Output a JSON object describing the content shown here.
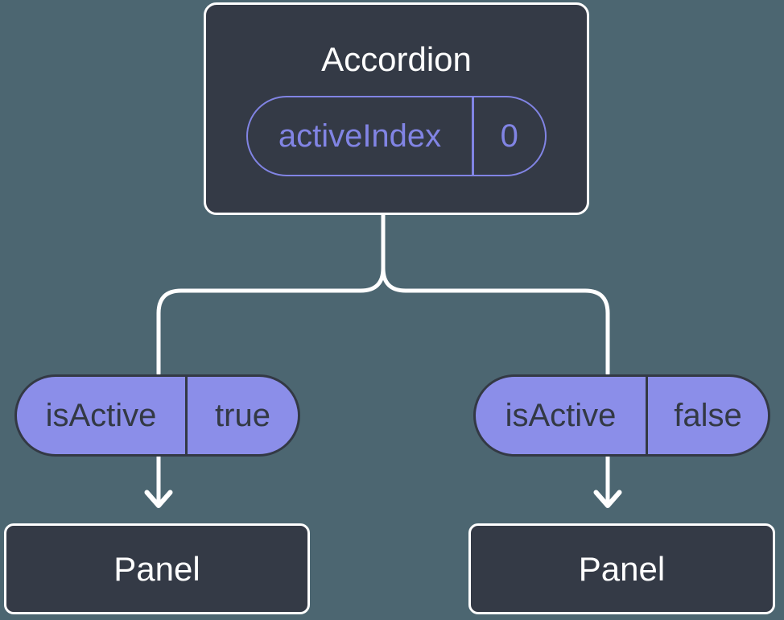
{
  "colors": {
    "background": "#4C6671",
    "node_fill": "#343A46",
    "node_border": "#FFFFFF",
    "node_text": "#FFFFFF",
    "pill_fill": "#8B8EE9",
    "pill_border": "#333944",
    "pill_text": "#333944",
    "accent_purple": "#8184E4",
    "connector": "#FFFFFF"
  },
  "diagram": {
    "root": {
      "title": "Accordion",
      "prop": {
        "name": "activeIndex",
        "value": "0"
      }
    },
    "branches": [
      {
        "prop": {
          "name": "isActive",
          "value": "true"
        },
        "child": {
          "title": "Panel"
        }
      },
      {
        "prop": {
          "name": "isActive",
          "value": "false"
        },
        "child": {
          "title": "Panel"
        }
      }
    ]
  }
}
